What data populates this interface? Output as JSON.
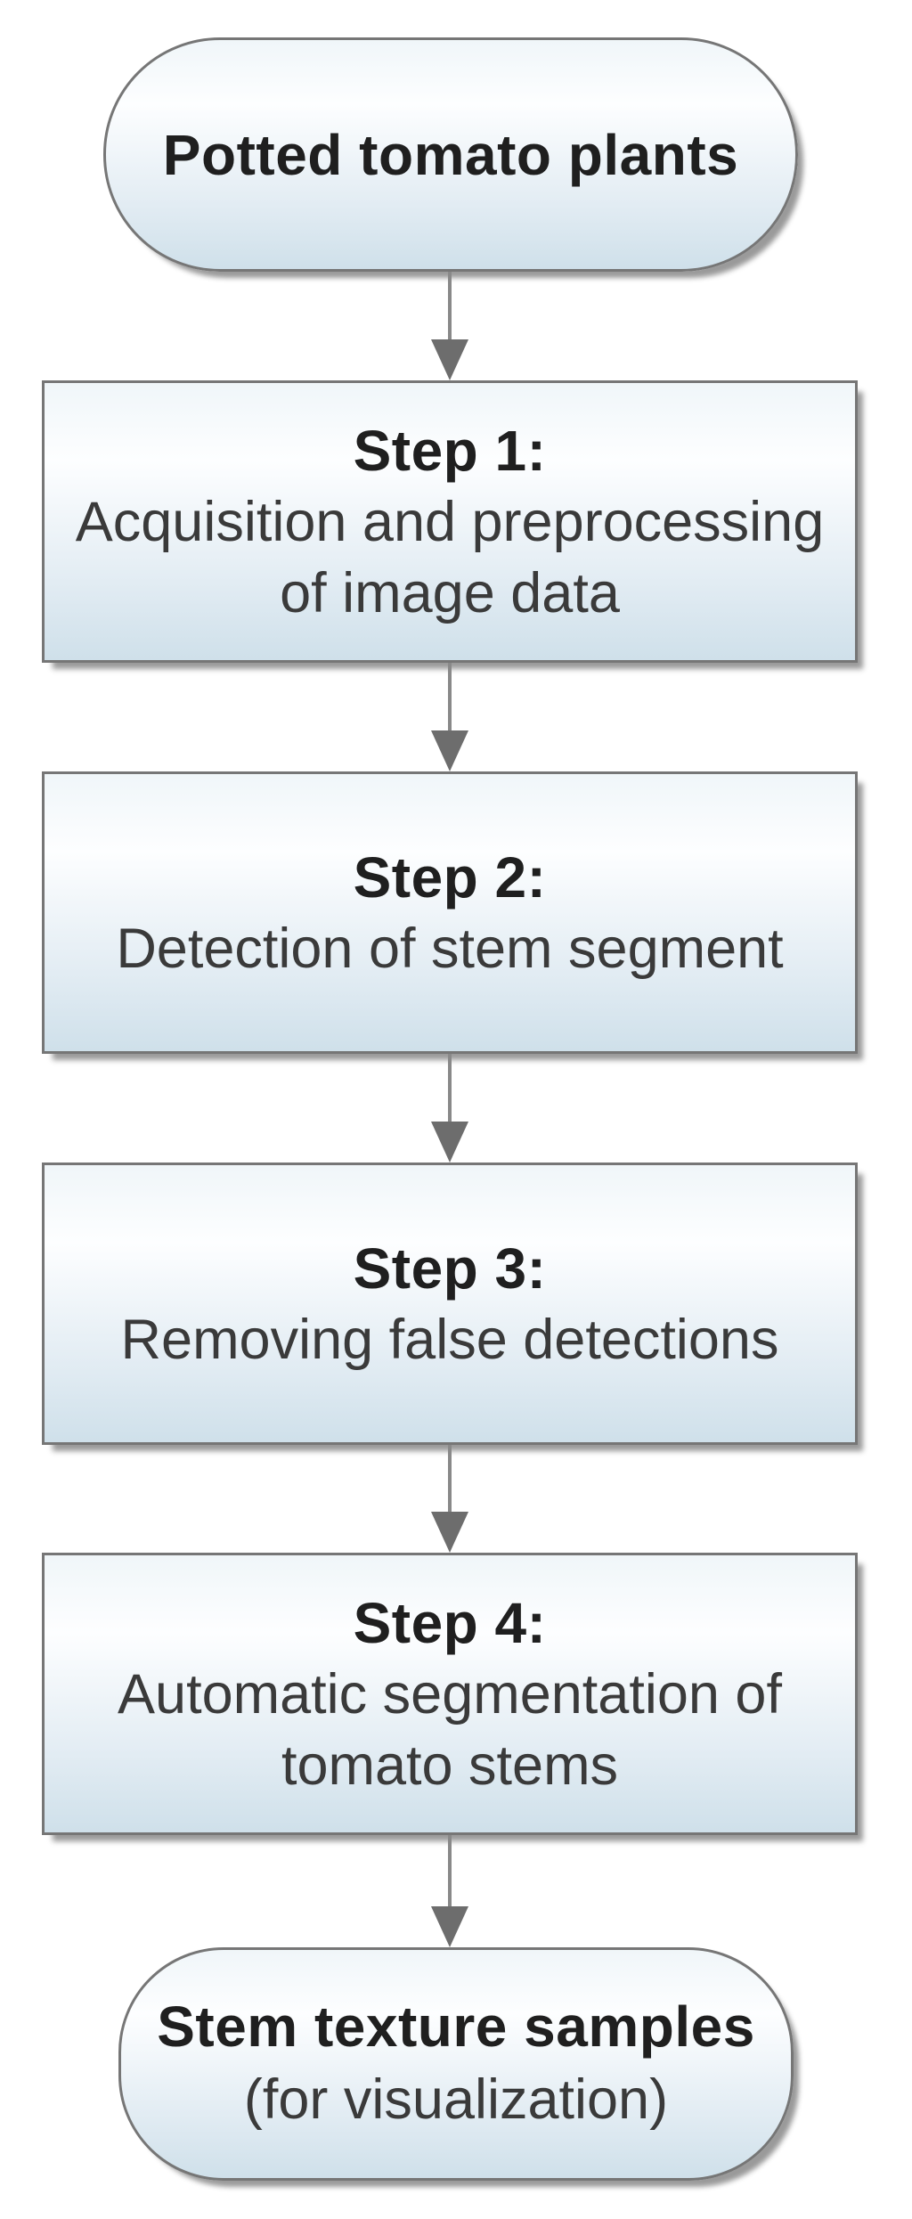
{
  "flowchart": {
    "start": {
      "label": "Potted tomato plants"
    },
    "steps": [
      {
        "title": "Step 1:",
        "description": "Acquisition and preprocessing of image data"
      },
      {
        "title": "Step 2:",
        "description": "Detection of stem segment"
      },
      {
        "title": "Step 3:",
        "description": "Removing false detections"
      },
      {
        "title": "Step 4:",
        "description": "Automatic segmentation of tomato stems"
      }
    ],
    "end": {
      "label": "Stem texture samples",
      "sublabel": "(for visualization)"
    },
    "colors": {
      "background": "#ffffff",
      "node_border": "#767676",
      "node_fill_top": "#f0f6f9",
      "node_fill_mid": "#fdfeff",
      "node_fill_bottom": "#cfe0ea",
      "shadow_color": "#9a9a9a",
      "arrow_stem": "#898989",
      "arrow_head": "#6d6d6d",
      "title_text": "#1f1f1f",
      "body_text": "#3a3a3a"
    }
  }
}
